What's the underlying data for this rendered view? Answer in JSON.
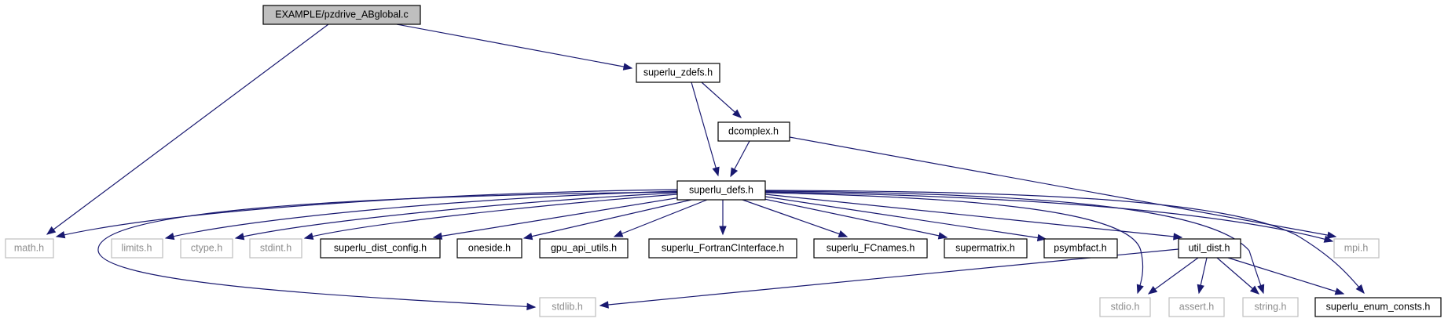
{
  "colors": {
    "edge": "#191970",
    "root_fill": "#bfbfbf",
    "node_border": "#000000",
    "external_border": "#bfbfbf",
    "external_text": "#8c8c8c"
  },
  "nodes": {
    "root": "EXAMPLE/pzdrive_ABglobal.c",
    "superlu_zdefs": "superlu_zdefs.h",
    "dcomplex": "dcomplex.h",
    "superlu_defs": "superlu_defs.h",
    "math": "math.h",
    "limits": "limits.h",
    "ctype": "ctype.h",
    "stdint": "stdint.h",
    "superlu_dist_config": "superlu_dist_config.h",
    "oneside": "oneside.h",
    "gpu_api_utils": "gpu_api_utils.h",
    "superlu_FortranCInterface": "superlu_FortranCInterface.h",
    "superlu_FCnames": "superlu_FCnames.h",
    "supermatrix": "supermatrix.h",
    "psymbfact": "psymbfact.h",
    "util_dist": "util_dist.h",
    "mpi": "mpi.h",
    "stdlib": "stdlib.h",
    "stdio": "stdio.h",
    "assert": "assert.h",
    "string": "string.h",
    "superlu_enum_consts": "superlu_enum_consts.h"
  }
}
